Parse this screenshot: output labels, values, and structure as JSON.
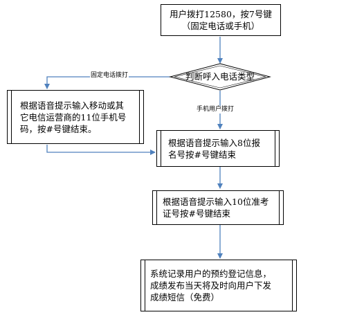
{
  "nodes": {
    "start": "用户拨打12580，按7号键\n（固定电话或手机）",
    "decision": "判断呼入电话类型",
    "landline_step": "根据语音提示输入移动或其\n它电信运营商的11位手机号\n码，按#号键结束。",
    "reg_number": "根据语音提示输入8位报\n名号按#号键结束",
    "exam_number": "根据语音提示输入10位准考\n证号按#号键结束",
    "result": "系统记录用户的预约登记信息，\n成绩发布当天将及时向用户下发\n成绩短信（免费）"
  },
  "edges": {
    "landline_label": "固定电话拨打",
    "mobile_label": "手机用户拨打"
  },
  "colors": {
    "arrow": "#4f81bd",
    "border": "#000000"
  }
}
